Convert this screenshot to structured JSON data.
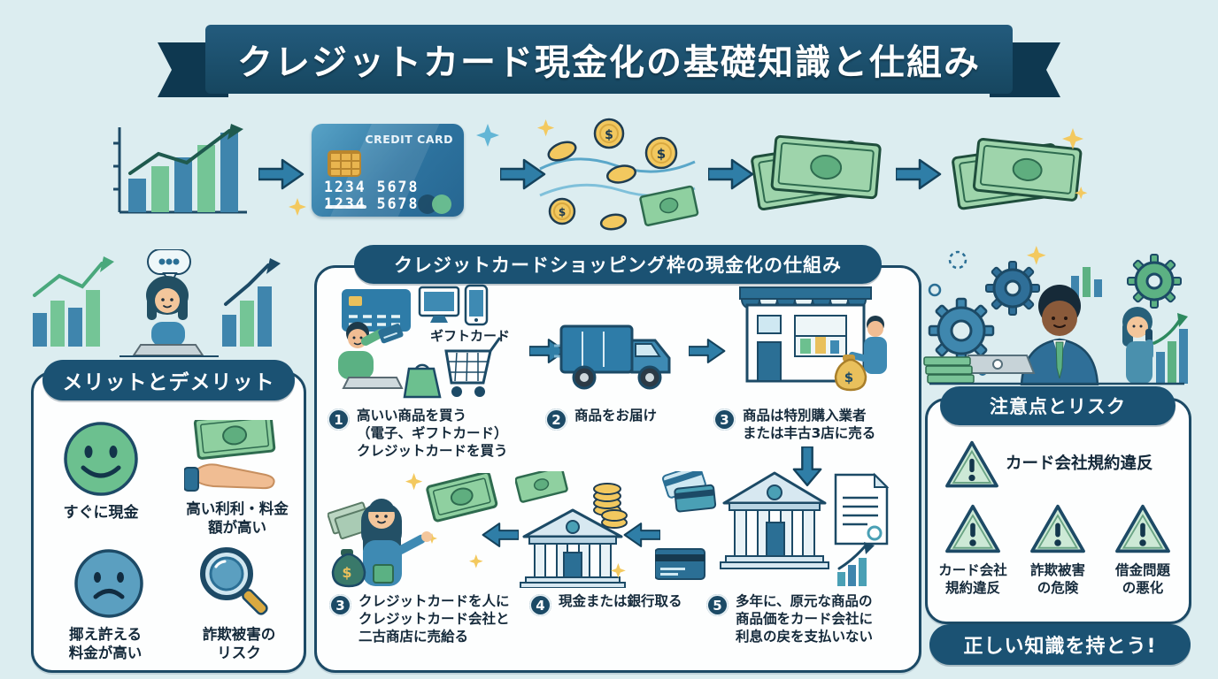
{
  "colors": {
    "background": "#dcedf0",
    "navy": "#1c4a66",
    "pill_navy": "#1b5273",
    "arrow_blue": "#2f7ea7",
    "green": "#74c596",
    "bill_green": "#8fd0a0",
    "coin_gold": "#f2c85f",
    "warning_fill": "#cde9d6"
  },
  "banner": {
    "title": "クレジットカード現金化の基礎知識と仕組み"
  },
  "top_flow": {
    "credit_card_label": "CREDIT CARD",
    "credit_card_number": "1234 5678 1234 5678"
  },
  "process": {
    "header": "クレジットカードショッピング枠の現金化の仕組み",
    "gift_card_label": "ギフトカード",
    "steps_top": [
      {
        "num": "1",
        "text": "高いい商品を買う\n（電子、ギフトカード）\nクレジットカードを買う"
      },
      {
        "num": "2",
        "text": "商品をお届け"
      },
      {
        "num": "3",
        "text": "商品は特別購入業者\nまたは丰古3店に売る"
      }
    ],
    "steps_bottom": [
      {
        "num": "3",
        "text": "クレジットカードを人に\nクレジットカード会社と\n二古商店に売給る"
      },
      {
        "num": "4",
        "text": "現金または銀行取る"
      },
      {
        "num": "5",
        "text": "多年に、原元な商品の\n商品価をカード会社に\n利息の戻を支払いない"
      }
    ]
  },
  "merits": {
    "header": "メリットとデメリット",
    "items": [
      {
        "icon": "smile-icon",
        "text": "すぐに現金"
      },
      {
        "icon": "hand-money-icon",
        "text": "高い利利・料金\n額が高い"
      },
      {
        "icon": "sad-face-icon",
        "text": "揶え許える\n料金が高い"
      },
      {
        "icon": "magnifier-icon",
        "text": "詐欺被害の\nリスク"
      }
    ]
  },
  "risks": {
    "header": "注意点とリスク",
    "headline": "カード会社規約違反",
    "items": [
      {
        "icon": "warning-triangle-icon",
        "text": "カード会社\n規約違反"
      },
      {
        "icon": "warning-triangle-icon",
        "text": "詐欺被害\nの危険"
      },
      {
        "icon": "warning-triangle-icon",
        "text": "借金問題\nの悪化"
      }
    ]
  },
  "footer": {
    "badge": "正しい知識を持とう!"
  }
}
